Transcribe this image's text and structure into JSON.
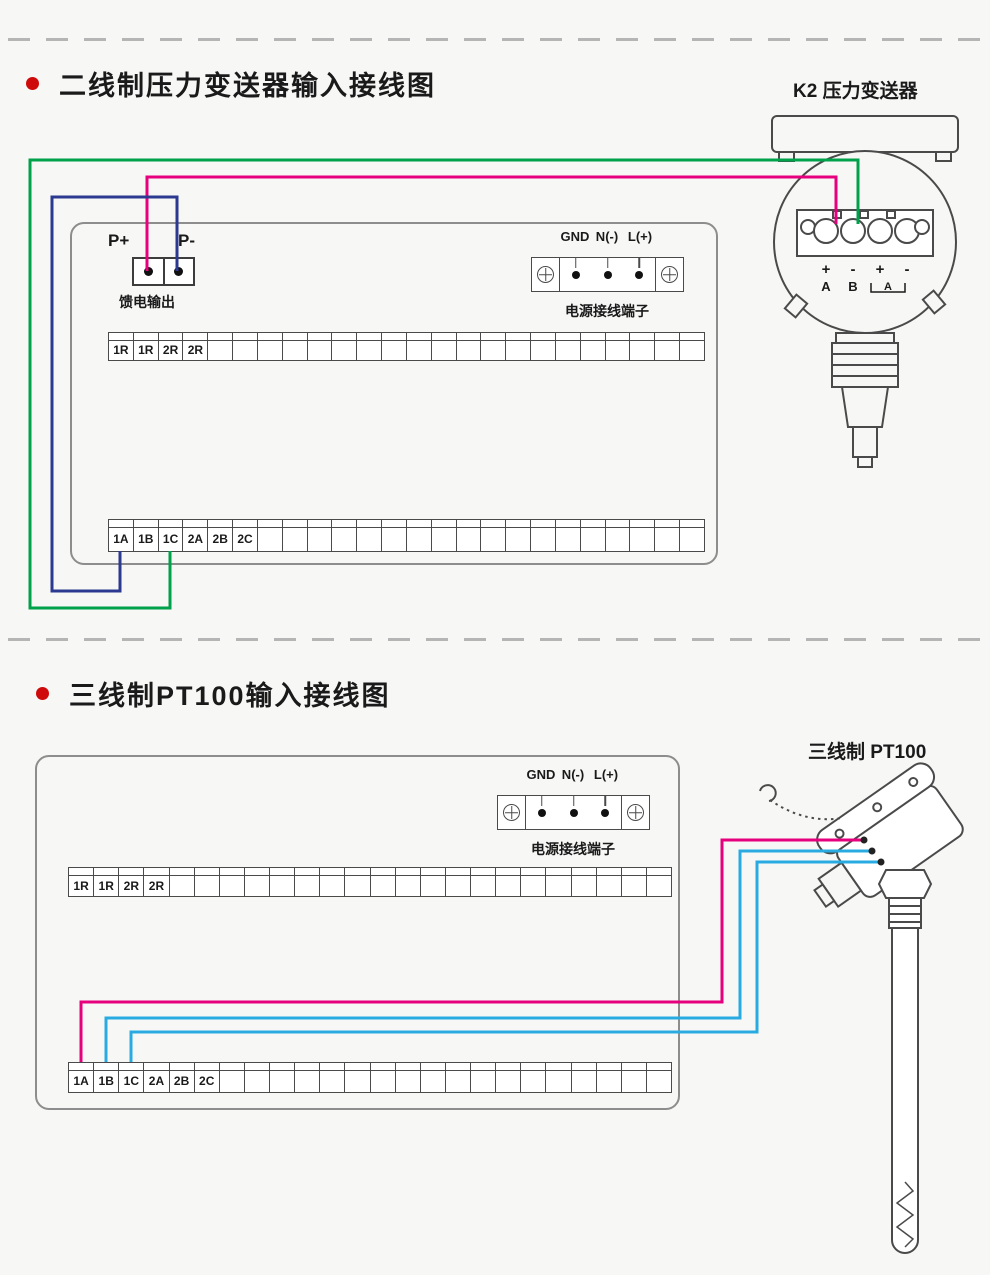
{
  "section1": {
    "title": "二线制压力变送器输入接线图",
    "device_label": "K2  压力变送器",
    "pplus": "P+",
    "pminus": "P-",
    "feed_label": "馈电输出",
    "power_label": "电源接线端子",
    "gnd": "GND",
    "n": "N(-)",
    "l": "L(+)",
    "strip_r": [
      "1R",
      "1R",
      "2R",
      "2R"
    ],
    "strip_a": [
      "1A",
      "1B",
      "1C",
      "2A",
      "2B",
      "2C"
    ],
    "transmitter": {
      "pins": [
        "+",
        "-",
        "+",
        "-"
      ],
      "letters": [
        "A",
        "B"
      ],
      "bracket_letter": "A"
    }
  },
  "section2": {
    "title": "三线制PT100输入接线图",
    "device_label": "三线制  PT100",
    "power_label": "电源接线端子",
    "gnd": "GND",
    "n": "N(-)",
    "l": "L(+)",
    "strip_r": [
      "1R",
      "1R",
      "2R",
      "2R"
    ],
    "strip_a": [
      "1A",
      "1B",
      "1C",
      "2A",
      "2B",
      "2C"
    ]
  },
  "colors": {
    "wire_green": "#00a14b",
    "wire_magenta": "#e6007e",
    "wire_blue": "#2b3990",
    "wire_cyan": "#29abe2",
    "bullet_red": "#cf0a0a",
    "outline_gray": "#4a4a4a"
  }
}
